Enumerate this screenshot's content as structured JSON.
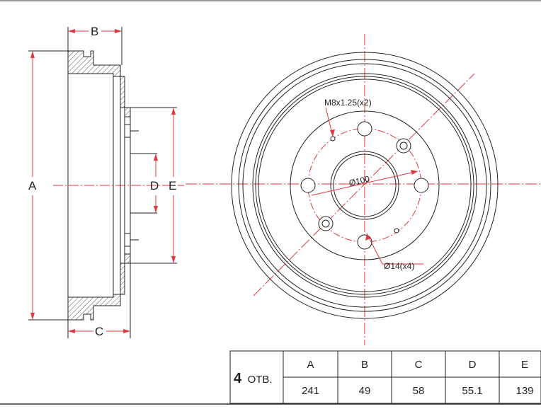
{
  "labels": {
    "a": "A",
    "b": "B",
    "c": "C",
    "d": "D",
    "e": "E"
  },
  "notes": {
    "thread": "M8x1.25(x2)",
    "pcd": "Ø100",
    "holes": "Ø14(x4)"
  },
  "table": {
    "holes_count": "4",
    "holes_unit": "ОТВ.",
    "headers": [
      "A",
      "B",
      "C",
      "D",
      "E"
    ],
    "values": [
      "241",
      "49",
      "58",
      "55.1",
      "139"
    ]
  },
  "colors": {
    "line": "#222222",
    "center_line": "#e0393f",
    "hatch": "#555555"
  }
}
